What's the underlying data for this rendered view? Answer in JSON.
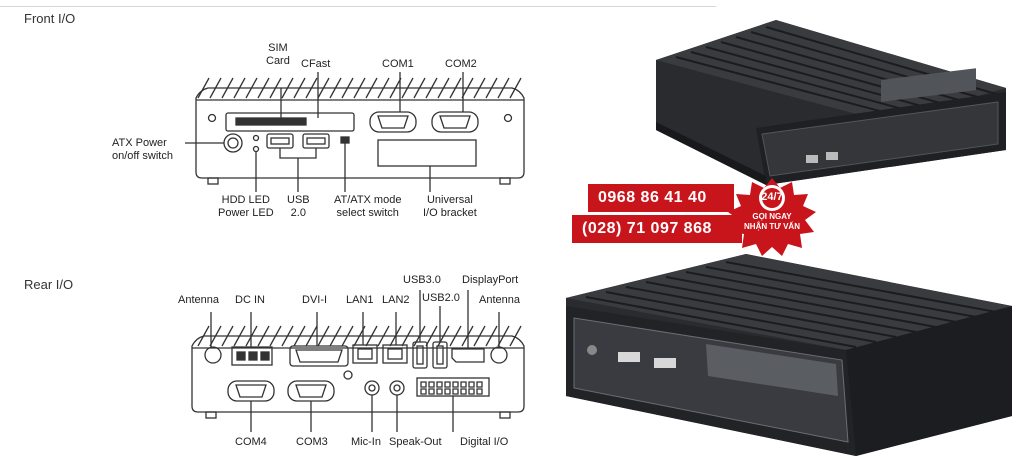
{
  "front": {
    "title": "Front I/O",
    "labels": {
      "sim_card": "SIM\nCard",
      "cfast": "CFast",
      "com1": "COM1",
      "com2": "COM2",
      "atx_power": "ATX Power\non/off switch",
      "hdd_led": "HDD LED\nPower LED",
      "usb20": "USB\n2.0",
      "atx_mode": "AT/ATX mode\nselect switch",
      "universal_io": "Universal\nI/O bracket"
    }
  },
  "rear": {
    "title": "Rear I/O",
    "labels": {
      "antenna_left": "Antenna",
      "dc_in": "DC IN",
      "dvi_i": "DVI-I",
      "lan1": "LAN1",
      "lan2": "LAN2",
      "usb30": "USB3.0",
      "usb20": "USB2.0",
      "displayport": "DisplayPort",
      "antenna_right": "Antenna",
      "com4": "COM4",
      "com3": "COM3",
      "mic_in": "Mic-In",
      "speak_out": "Speak-Out",
      "digital_io": "Digital I/O"
    }
  },
  "promo": {
    "phone1": "0968 86 41 40",
    "phone2": "(028) 71 097 868",
    "badge_top": "24/7",
    "badge_line1": "GỌI NGAY",
    "badge_line2": "NHẬN TƯ VẤN"
  },
  "colors": {
    "promo_red": "#c8141b",
    "chassis_dark": "#232427",
    "line": "#333333"
  }
}
